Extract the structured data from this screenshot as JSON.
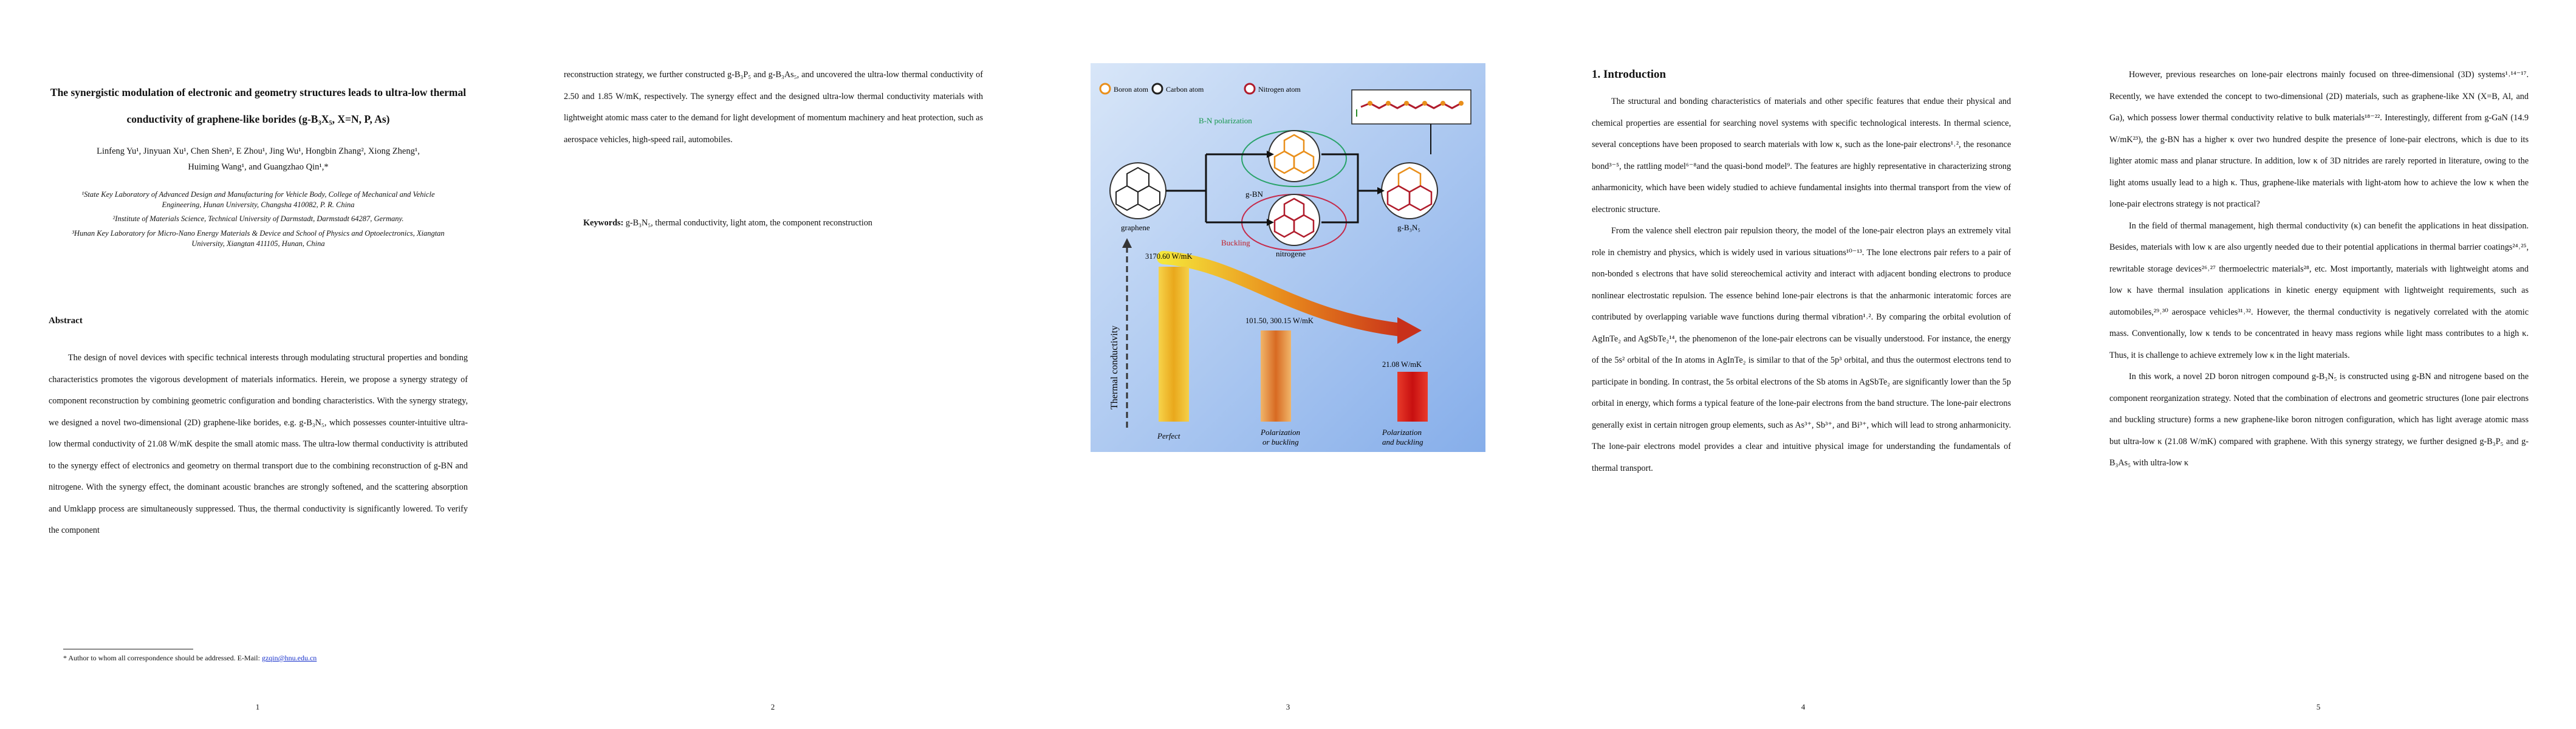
{
  "pages": {
    "p1": {
      "title": "The synergistic modulation of electronic and geometry structures leads to ultra-low thermal conductivity of graphene-like borides (g-B₃X₅, X=N, P, As)",
      "authors_line1": "Linfeng Yu¹, Jinyuan Xu¹, Chen Shen², E Zhou¹, Jing Wu¹, Hongbin Zhang², Xiong Zheng¹,",
      "authors_line2": "Huiming Wang¹, and Guangzhao Qin¹,*",
      "affil1": "¹State Key Laboratory of Advanced Design and Manufacturing for Vehicle Body, College of Mechanical and Vehicle Engineering, Hunan University, Changsha 410082, P. R. China",
      "affil2": "²Institute of Materials Science, Technical University of Darmstadt, Darmstadt 64287, Germany.",
      "affil3": "³Hunan Key Laboratory for Micro-Nano Energy Materials & Device and School of Physics and Optoelectronics, Xiangtan University, Xiangtan 411105, Hunan, China",
      "abstract_heading": "Abstract",
      "abstract": "The design of novel devices with specific technical interests through modulating structural properties and bonding characteristics promotes the vigorous development of materials informatics. Herein, we propose a synergy strategy of component reconstruction by combining geometric configuration and bonding characteristics. With the synergy strategy, we designed a novel two-dimensional (2D) graphene-like borides, e.g. g-B₃N₅, which possesses counter-intuitive ultra-low thermal conductivity of 21.08 W/mK despite the small atomic mass. The ultra-low thermal conductivity is attributed to the synergy effect of electronics and geometry on thermal transport due to the combining reconstruction of g-BN and nitrogene. With the synergy effect, the dominant acoustic branches are strongly softened, and the scattering absorption and Umklapp process are simultaneously suppressed. Thus, the thermal conductivity is significantly lowered. To verify the component",
      "footnote": "* Author to whom all correspondence should be addressed. E-Mail: ",
      "email": "gzqin@hnu.edu.cn",
      "page_number": "1"
    },
    "p2": {
      "body": "reconstruction strategy, we further constructed g-B₃P₅ and g-B₃As₅, and uncovered the ultra-low thermal conductivity of 2.50 and 1.85 W/mK, respectively. The synergy effect and the designed ultra-low thermal conductivity materials with lightweight atomic mass cater to the demand for light development of momentum machinery and heat protection, such as aerospace vehicles, high-speed rail, automobiles.",
      "keywords_label": "Keywords:",
      "keywords": " g-B₃N₅, thermal conductivity, light atom, the component reconstruction",
      "page_number": "2"
    },
    "p3": {
      "page_number": "3",
      "figure": {
        "legend_boron": "Boron atom",
        "legend_carbon": "Carbon atom",
        "legend_nitrogen": "Nitrogen atom",
        "bn_polarization": "B-N polarization",
        "gbn": "g-BN",
        "buckling": "Buckling",
        "graphene": "graphene",
        "nitrogene": "nitrogene",
        "gb3n5": "g-B₃N₅",
        "yaxis": "Thermal conductivity",
        "val1": "3170.60 W/mK",
        "val2": "101.50, 300.15 W/mK",
        "val3": "21.08 W/mK",
        "cat1": "Perfect",
        "cat2a": "Polarization",
        "cat2b": "or buckling",
        "cat3a": "Polarization",
        "cat3b": "and buckling"
      }
    },
    "p4": {
      "heading": "1. Introduction",
      "para1": "The structural and bonding characteristics of materials and other specific features that endue their physical and chemical properties are essential for searching novel systems with specific technological interests. In thermal science, several conceptions have been proposed to search materials with low κ, such as the lone-pair electrons¹˒², the resonance bond³⁻⁵, the rattling model⁶⁻⁸and the quasi-bond model⁹. The features are highly representative in characterizing strong anharmonicity, which have been widely studied to achieve fundamental insights into thermal transport from the view of electronic structure.",
      "para2": "From the valence shell electron pair repulsion theory, the model of the lone-pair electron plays an extremely vital role in chemistry and physics, which is widely used in various situations¹⁰⁻¹³. The lone electrons pair refers to a pair of non-bonded s electrons that have solid stereochemical activity and interact with adjacent bonding electrons to produce nonlinear electrostatic repulsion. The essence behind lone-pair electrons is that the anharmonic interatomic forces are contributed by overlapping variable wave functions during thermal vibration¹˒². By comparing the orbital evolution of AgInTe₂ and AgSbTe₂¹⁴, the phenomenon of the lone-pair electrons can be visually understood. For instance, the energy of the 5s² orbital of the In atoms in AgInTe₂ is similar to that of the 5p³ orbital, and thus the outermost electrons tend to participate in bonding. In contrast, the 5s orbital electrons of the Sb atoms in AgSbTe₂ are significantly lower than the 5p orbital in energy, which forms a typical feature of the lone-pair electrons from the band structure. The lone-pair electrons generally exist in certain nitrogen group elements, such as As³⁺, Sb³⁺, and Bi³⁺, which will lead to strong anharmonicity. The lone-pair electrons model provides a clear and intuitive physical image for understanding the fundamentals of thermal transport.",
      "page_number": "4"
    },
    "p5": {
      "para1": "However, previous researches on lone-pair electrons mainly focused on three-dimensional (3D) systems¹˒¹⁴⁻¹⁷. Recently, we have extended the concept to two-dimensional (2D) materials, such as graphene-like XN (X=B, Al, and Ga), which possess lower thermal conductivity relative to bulk materials¹⁸⁻²². Interestingly, different from g-GaN (14.9 W/mK²³), the g-BN has a higher κ over two hundred despite the presence of lone-pair electrons, which is due to its lighter atomic mass and planar structure. In addition, low κ of 3D nitrides are rarely reported in literature, owing to the light atoms usually lead to a high κ. Thus, graphene-like materials with light-atom how to achieve the low κ when the lone-pair electrons strategy is not practical?",
      "para2": "In the field of thermal management, high thermal conductivity (κ) can benefit the applications in heat dissipation. Besides, materials with low κ are also urgently needed due to their potential applications in thermal barrier coatings²⁴˒²⁵, rewritable storage devices²⁶˒²⁷ thermoelectric materials²⁸, etc. Most importantly, materials with lightweight atoms and low κ have thermal insulation applications in kinetic energy equipment with lightweight requirements, such as automobiles,²⁹˒³⁰ aerospace vehicles³¹˒³². However, the thermal conductivity is negatively correlated with the atomic mass. Conventionally, low κ tends to be concentrated in heavy mass regions while light mass contributes to a high κ. Thus, it is challenge to achieve extremely low κ in the light materials.",
      "para3": "In this work, a novel 2D boron nitrogen compound g-B₃N₅ is constructed using g-BN and nitrogene based on the component reorganization strategy. Noted that the combination of electrons and geometric structures (lone pair electrons and buckling structure) forms a new graphene-like boron nitrogen configuration, which has light average atomic mass but ultra-low κ (21.08 W/mK) compared with graphene. With this synergy strategy, we further designed g-B₃P₅ and g-B₃As₅ with ultra-low κ",
      "page_number": "5"
    }
  },
  "colors": {
    "figure_bg_top": "#cfe0f6",
    "figure_bg_bottom": "#8fb6ee",
    "boron": "#e98f1b",
    "nitrogen": "#b01c2c",
    "arrow": "#d2461a"
  }
}
